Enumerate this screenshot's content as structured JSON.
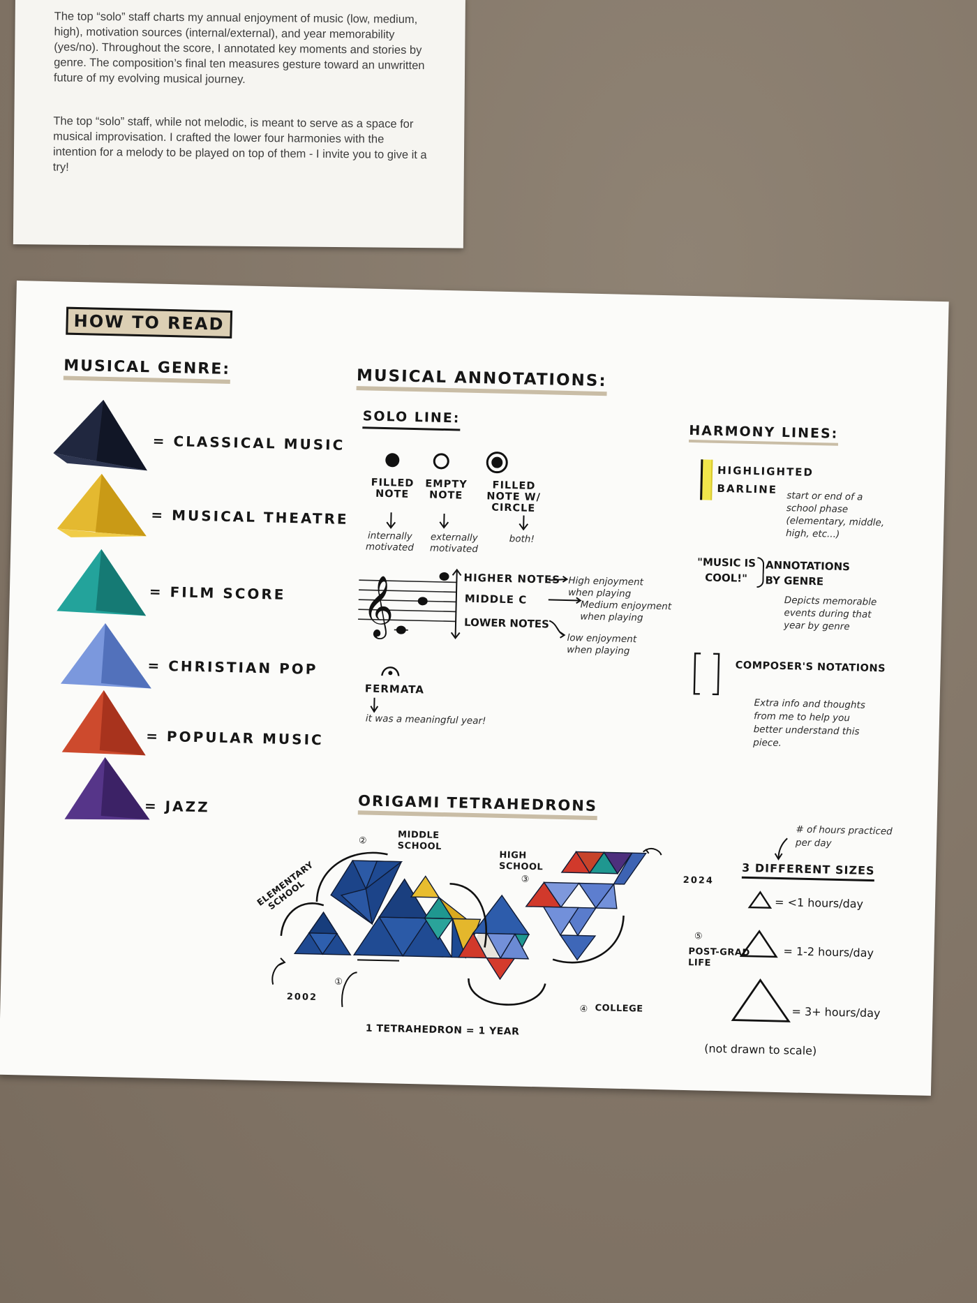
{
  "card": {
    "paragraph1": "The top “solo” staff charts my annual enjoyment of music (low, medium, high), motivation sources (internal/external), and year memorability (yes/no). Throughout the score, I annotated key moments and stories by genre. The composition’s final ten measures gesture toward an unwritten future of my evolving musical journey.",
    "paragraph2": "The top “solo” staff, while not melodic, is meant to serve as a space for musical improvisation. I crafted the lower four harmonies with the intention for a melody to be played on top of them - I invite you to give it a try!"
  },
  "poster": {
    "how_to_read": "HOW TO READ",
    "genre_title": "MUSICAL GENRE:",
    "genres": [
      {
        "label": "= CLASSICAL MUSIC",
        "color": "#1f2640"
      },
      {
        "label": "= MUSICAL THEATRE",
        "color": "#e1b52c"
      },
      {
        "label": "= FILM SCORE",
        "color": "#1f9790"
      },
      {
        "label": "= CHRISTIAN POP",
        "color": "#6f8fd6"
      },
      {
        "label": "= POPULAR MUSIC",
        "color": "#c7432a"
      },
      {
        "label": "= JAZZ",
        "color": "#4d2f7d"
      }
    ],
    "annotations_title": "MUSICAL ANNOTATIONS:",
    "solo_title": "SOLO LINE:",
    "notes": [
      {
        "name": "FILLED NOTE",
        "meaning": "internally motivated"
      },
      {
        "name": "EMPTY NOTE",
        "meaning": "externally motivated"
      },
      {
        "name": "FILLED NOTE W/ CIRCLE",
        "meaning": "both!"
      }
    ],
    "pitch": {
      "higher": "HIGHER NOTES",
      "higher_meaning": "High enjoyment when playing",
      "middle": "MIDDLE C",
      "middle_meaning": "Medium enjoyment when playing",
      "lower": "LOWER NOTES",
      "lower_meaning": "low enjoyment when playing"
    },
    "fermata": {
      "label": "FERMATA",
      "meaning": "it was a meaningful year!"
    },
    "harmony_title": "HARMONY LINES:",
    "barline": {
      "label": "HIGHLIGHTED BARLINE",
      "meaning": "start or end of a school phase (elementary, middle, high, etc...)"
    },
    "genre_annotation": {
      "example": "\"MUSIC IS COOL!\"",
      "label": "ANNOTATIONS BY GENRE",
      "meaning": "Depicts memorable events during that year by genre"
    },
    "composer": {
      "label": "COMPOSER'S NOTATIONS",
      "meaning": "Extra info and thoughts from me to help you better understand this piece."
    },
    "tetra_title": "ORIGAMI TETRAHEDRONS",
    "phases": {
      "elementary": "ELEMENTARY SCHOOL",
      "middle": "MIDDLE SCHOOL",
      "high": "HIGH SCHOOL",
      "college": "COLLEGE",
      "postgrad": "POST-GRAD LIFE",
      "year_start": "2002",
      "year_end": "2024",
      "n1": "①",
      "n2": "②",
      "n3": "③",
      "n4": "④",
      "n5": "⑤",
      "legend": "1 TETRAHEDRON = 1 YEAR"
    },
    "sizes": {
      "note": "# of hours practiced per day",
      "title": "3 DIFFERENT SIZES",
      "small": "= <1 hours/day",
      "medium": "= 1-2 hours/day",
      "large": "= 3+ hours/day",
      "disclaimer": "(not drawn to scale)"
    }
  }
}
